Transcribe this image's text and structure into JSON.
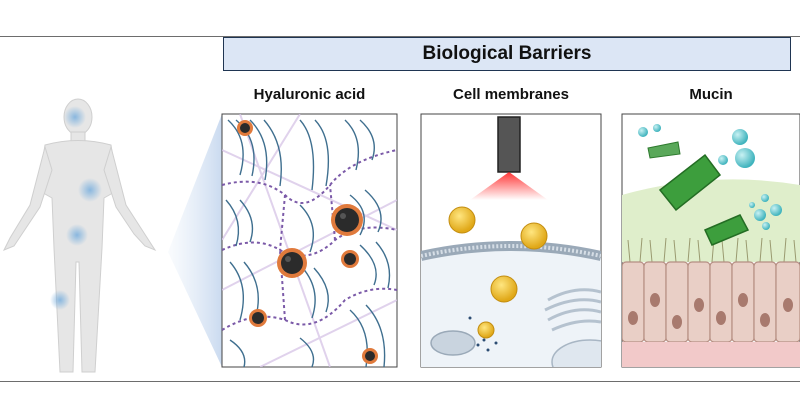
{
  "header": {
    "title": "Biological Barriers"
  },
  "panels": [
    {
      "label": "Hyaluronic acid"
    },
    {
      "label": "Cell membranes"
    },
    {
      "label": "Mucin"
    }
  ],
  "colors": {
    "title_fill": "#dce6f5",
    "title_border": "#1f3552",
    "hyaluronic_chain": "#3f6f8f",
    "nanoparticle": "#2b2b2b",
    "nanoparticle_spikes": "#e07a3c",
    "gold_particle": "#f0c030",
    "mucin_fiber": "#3d9e3d",
    "water_bubble": "#59c5cc",
    "epithelial_cell": "#e9cfc6",
    "laser": "#ff3b3b"
  }
}
